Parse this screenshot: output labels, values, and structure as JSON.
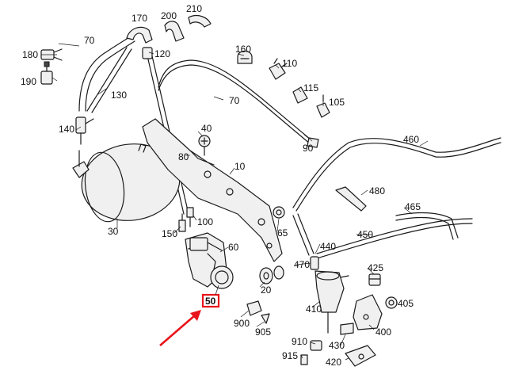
{
  "diagram": {
    "labels": [
      {
        "id": "l170",
        "text": "170"
      },
      {
        "id": "l200",
        "text": "200"
      },
      {
        "id": "l210",
        "text": "210"
      },
      {
        "id": "l70a",
        "text": "70"
      },
      {
        "id": "l180",
        "text": "180"
      },
      {
        "id": "l120",
        "text": "120"
      },
      {
        "id": "l190",
        "text": "190"
      },
      {
        "id": "l130",
        "text": "130"
      },
      {
        "id": "l160",
        "text": "160"
      },
      {
        "id": "l110",
        "text": "110"
      },
      {
        "id": "l115",
        "text": "115"
      },
      {
        "id": "l105",
        "text": "105"
      },
      {
        "id": "l70b",
        "text": "70"
      },
      {
        "id": "l140",
        "text": "140"
      },
      {
        "id": "l40",
        "text": "40"
      },
      {
        "id": "l90",
        "text": "90"
      },
      {
        "id": "l460",
        "text": "460"
      },
      {
        "id": "l80",
        "text": "80"
      },
      {
        "id": "l10",
        "text": "10"
      },
      {
        "id": "l480",
        "text": "480"
      },
      {
        "id": "l465",
        "text": "465"
      },
      {
        "id": "l30",
        "text": "30"
      },
      {
        "id": "l150",
        "text": "150"
      },
      {
        "id": "l100",
        "text": "100"
      },
      {
        "id": "l65",
        "text": "65"
      },
      {
        "id": "l450",
        "text": "450"
      },
      {
        "id": "l60",
        "text": "60"
      },
      {
        "id": "l440",
        "text": "440"
      },
      {
        "id": "l470",
        "text": "470"
      },
      {
        "id": "l425",
        "text": "425"
      },
      {
        "id": "l20",
        "text": "20"
      },
      {
        "id": "l410",
        "text": "410"
      },
      {
        "id": "l405",
        "text": "405"
      },
      {
        "id": "l900",
        "text": "900"
      },
      {
        "id": "l905",
        "text": "905"
      },
      {
        "id": "l400",
        "text": "400"
      },
      {
        "id": "l910",
        "text": "910"
      },
      {
        "id": "l430",
        "text": "430"
      },
      {
        "id": "l915",
        "text": "915"
      },
      {
        "id": "l420",
        "text": "420"
      }
    ],
    "highlight": {
      "text": "50",
      "color": "#e8141a"
    },
    "line_color": "#1a1a1a"
  }
}
